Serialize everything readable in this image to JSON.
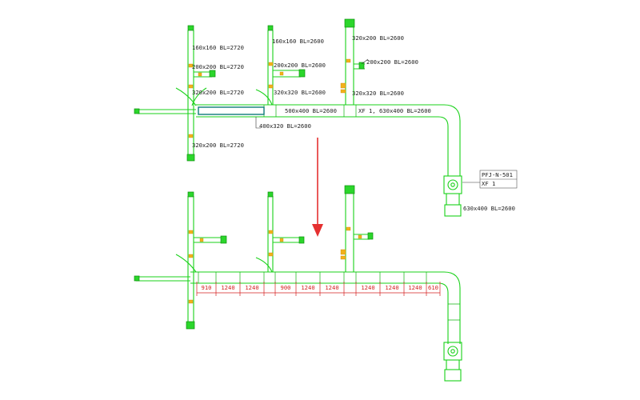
{
  "top": {
    "labels": {
      "b1_l1": "160x160 BL=2720",
      "b1_l2": "200x200 BL=2720",
      "b1_l3": "320x200 BL=2720",
      "b1_l4": "320x200 BL=2720",
      "main_hl": "400x320 BL=2600",
      "b2_l1": "160x160 BL=2600",
      "b2_l2": "200x200 BL=2600",
      "b2_l3": "320x320 BL=2600",
      "main_mid": "500x400 BL=2600",
      "b3_l1": "320x200 BL=2600",
      "b3_l2": "200x200 BL=2600",
      "b3_l3": "320x320 BL=2600",
      "main_right": "XF 1, 630x400 BL=2600",
      "riser": "630x400 BL=2600"
    },
    "unit_box": {
      "line1": "PFJ-N-501",
      "line2": "XF 1"
    }
  },
  "bottom": {
    "dimensions": [
      "910",
      "1240",
      "1240",
      "900",
      "1240",
      "1240",
      "1240",
      "1240",
      "1240",
      "610"
    ]
  },
  "colors": {
    "duct": "#19d119",
    "dimension": "#d42020",
    "arrow": "#e53030",
    "damper": "#f2b21a"
  }
}
